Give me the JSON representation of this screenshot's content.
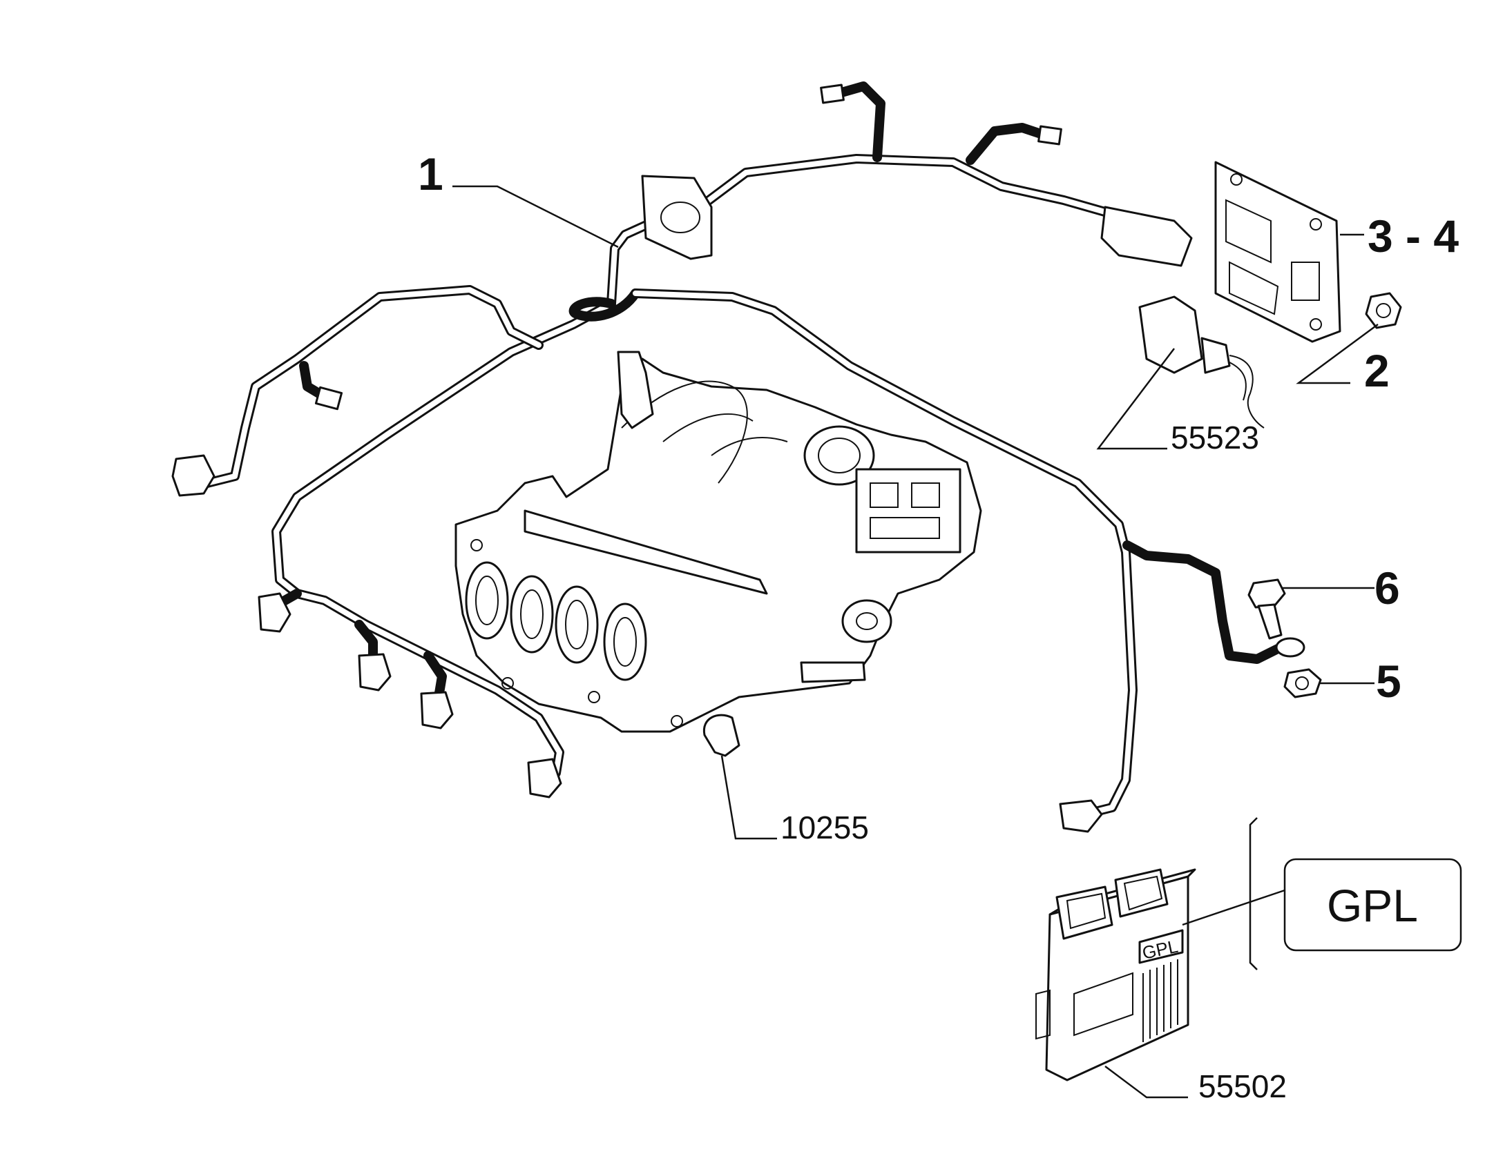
{
  "callouts": {
    "item_1": "1",
    "item_2": "2",
    "item_3_4": "3 - 4",
    "item_5": "5",
    "item_6": "6"
  },
  "references": {
    "ref_10255": "10255",
    "ref_55523": "55523",
    "ref_55502": "55502"
  },
  "gpl_box": {
    "label": "GPL"
  },
  "ecu_label": "GPL"
}
